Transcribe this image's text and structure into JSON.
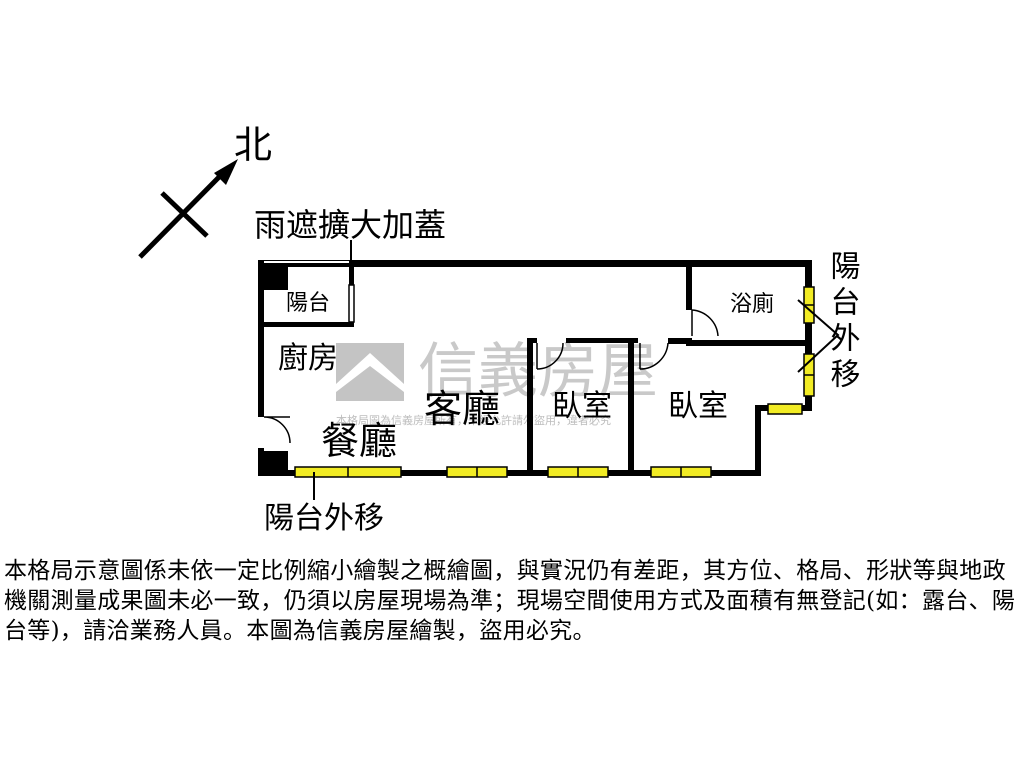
{
  "compass": {
    "north_label": "北"
  },
  "annotations": {
    "canopy": "雨遮擴大加蓋",
    "balcony_bottom": "陽台外移",
    "balcony_right": "陽台外移"
  },
  "rooms": {
    "balcony": "陽台",
    "kitchen": "廚房",
    "living": "客廳",
    "dining": "餐廳",
    "bedroom1": "臥室",
    "bedroom2": "臥室",
    "bathroom": "浴廁"
  },
  "watermark": {
    "brand": "信義房屋",
    "notice": "本格局圖為信義房屋所有，未經允許請勿盜用，違者必究"
  },
  "disclaimer": "本格局示意圖係未依一定比例縮小繪製之概繪圖，與實況仍有差距，其方位、格局、形狀等與地政機關測量成果圖未必一致，仍須以房屋現場為準；現場空間使用方式及面積有無登記(如：露台、陽台等)，請洽業務人員。本圖為信義房屋繪製，盜用必究。",
  "colors": {
    "window": "#f2ec24",
    "wall": "#000000",
    "watermark": "#c9c9c9"
  }
}
